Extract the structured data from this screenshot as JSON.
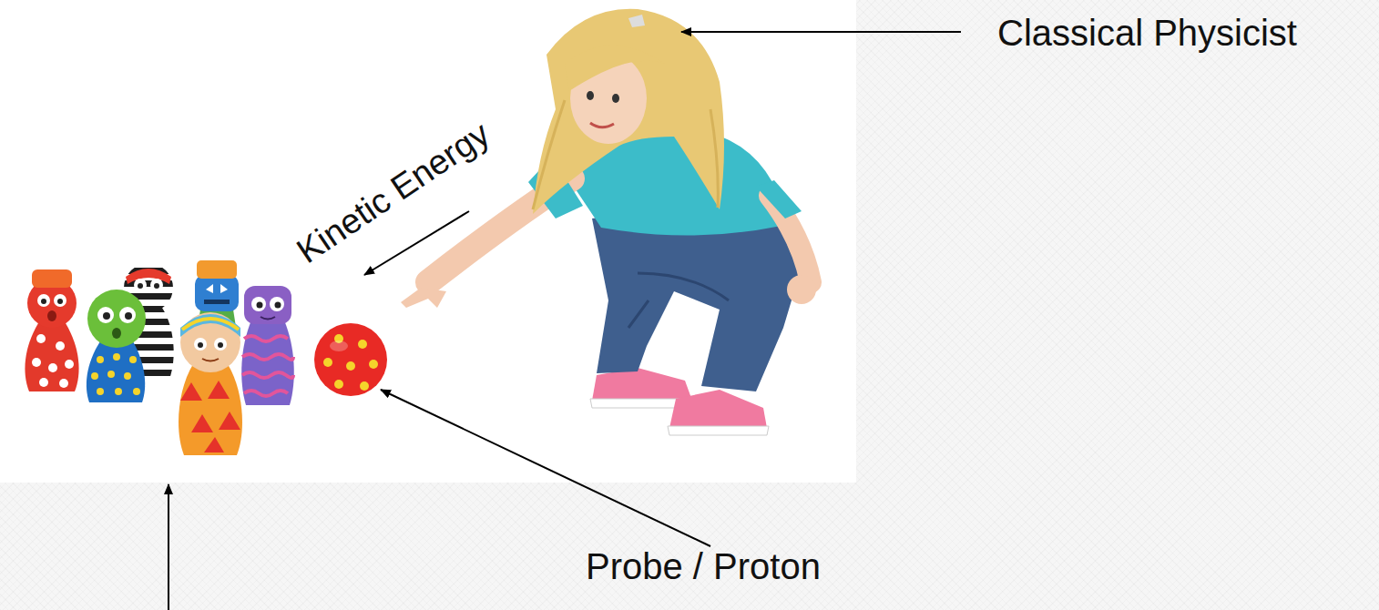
{
  "diagram": {
    "labels": [
      "Classical Physicist",
      "Kinetic Energy",
      "Probe / Proton"
    ]
  }
}
